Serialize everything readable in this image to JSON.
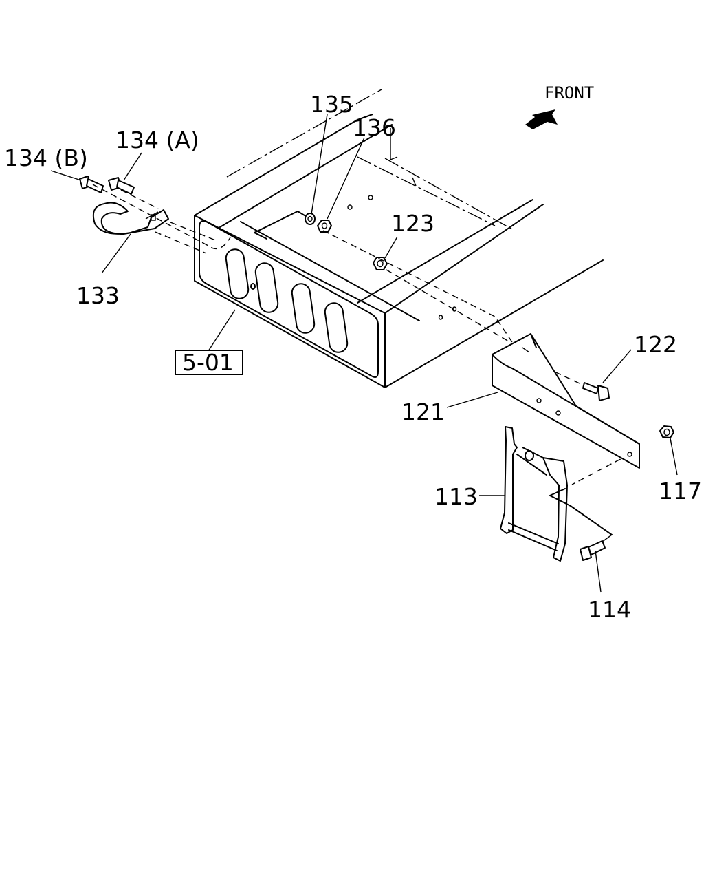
{
  "front_label": "FRONT",
  "ref_box": "5-01",
  "callouts": {
    "p135": "135",
    "p136": "136",
    "p134a": "134 (A)",
    "p134b": "134 (B)",
    "p133": "133",
    "p123": "123",
    "p122": "122",
    "p121": "121",
    "p117": "117",
    "p113": "113",
    "p114": "114"
  }
}
